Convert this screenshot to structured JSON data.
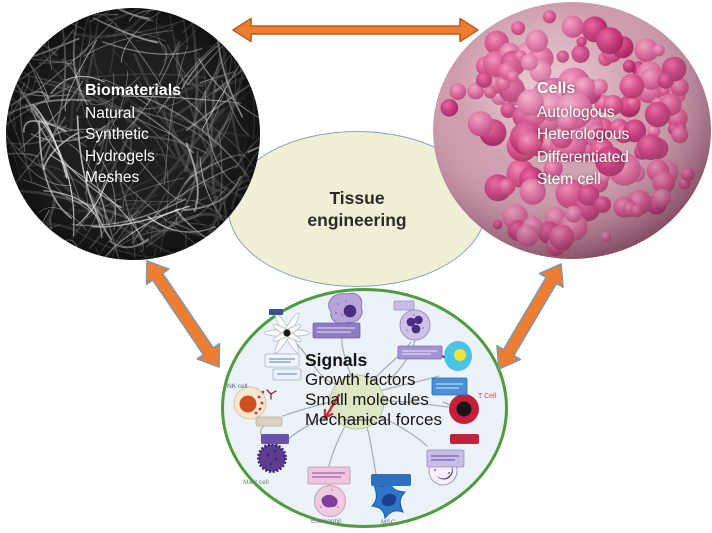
{
  "diagram": {
    "center": {
      "line1": "Tissue",
      "line2": "engineering"
    },
    "biomaterials": {
      "title": "Biomaterials",
      "items": [
        "Natural",
        "Synthetic",
        "Hydrogels",
        "Meshes"
      ]
    },
    "cells": {
      "title": "Cells",
      "items": [
        "Autologous",
        "Heterologous",
        "Differentiated",
        "Stem cell"
      ]
    },
    "signals": {
      "title": "Signals",
      "items": [
        "Growth factors",
        "Small molecules",
        "Mechanical forces"
      ],
      "cell_labels": {
        "nk": "NK cell",
        "t": "T Cell",
        "mast": "Mast cell",
        "eosinophil": "Eosinophil",
        "msc": "MSC"
      }
    },
    "colors": {
      "arrow": "#ED7D31",
      "arrow_top_outline": "#BE5B1D",
      "arrow_diag_outline": "#8496AB",
      "ellipse_fill": "#EFF0D5",
      "ellipse_border": "#8CA3B8",
      "signals_border": "#4F9B40",
      "signals_fill": "#ECF3F8",
      "cells_pink": "#D44A86",
      "biomaterials_gray": "#2A2A2A"
    }
  }
}
